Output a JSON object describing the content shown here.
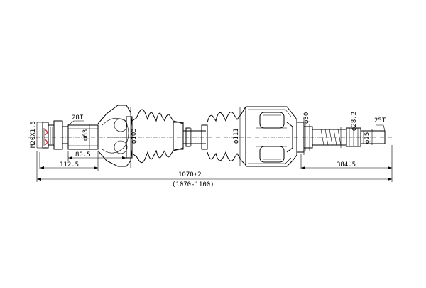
{
  "drawing": {
    "labels": {
      "thread": "M20X1.5",
      "spline_outer": "28T",
      "dia_63": "ϕ63",
      "dia_103": "ϕ103",
      "dim_80_5": "80.5",
      "dim_112_5": "112.5",
      "dia_111": "ϕ111",
      "dia_30": "ϕ30",
      "dia_28_2": "ϕ28.2",
      "dia_25": "ϕ25",
      "spline_inner": "25T",
      "dim_384_5": "384.5",
      "total_length": "1070±2",
      "length_range": "(1070-1100)"
    }
  }
}
